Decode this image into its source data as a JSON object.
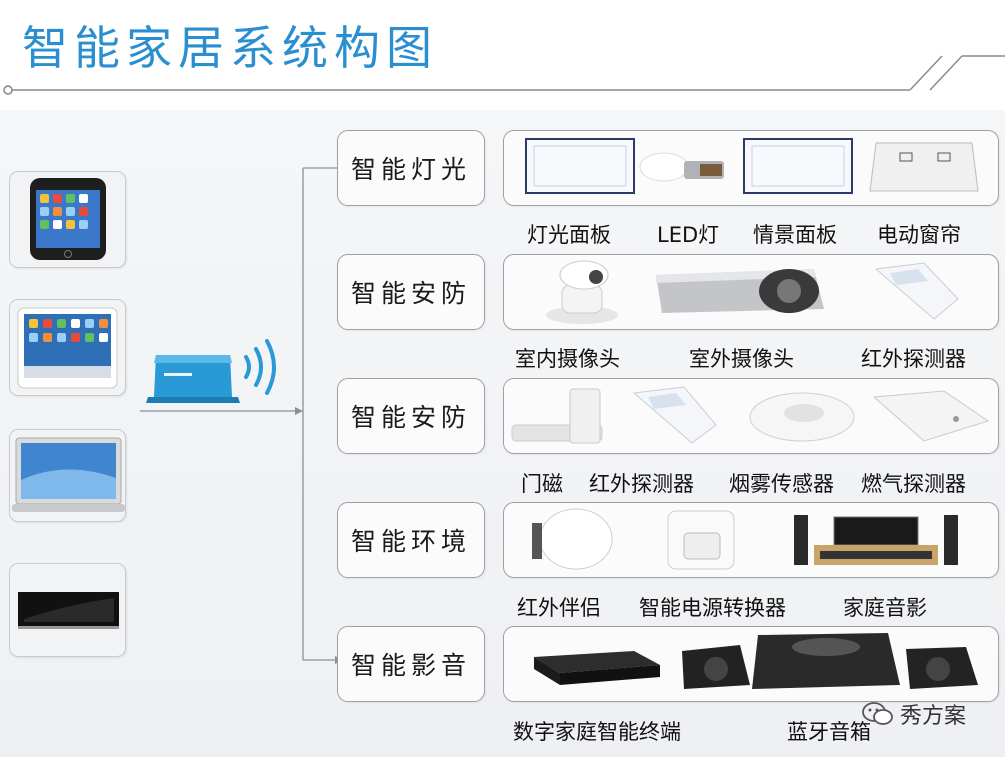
{
  "title": "智能家居系统构图",
  "controllers": [
    "smartphone",
    "tablet",
    "laptop",
    "television"
  ],
  "categories": [
    {
      "label": "智能灯光",
      "products": [
        "灯光面板",
        "LED灯",
        "情景面板",
        "电动窗帘"
      ]
    },
    {
      "label": "智能安防",
      "products": [
        "室内摄像头",
        "室外摄像头",
        "红外探测器"
      ]
    },
    {
      "label": "智能安防",
      "products": [
        "门磁",
        "红外探测器",
        "烟雾传感器",
        "燃气探测器"
      ]
    },
    {
      "label": "智能环境",
      "products": [
        "红外伴侣",
        "智能电源转换器",
        "家庭音影"
      ]
    },
    {
      "label": "智能影音",
      "products": [
        "数字家庭智能终端",
        "蓝牙音箱"
      ]
    }
  ],
  "watermark": {
    "text": "秀方案",
    "icon": "wechat-icon"
  },
  "colors": {
    "title": "#2a8fd0",
    "gateway": "#2a9ad6",
    "signal": "#2a9ad6"
  }
}
